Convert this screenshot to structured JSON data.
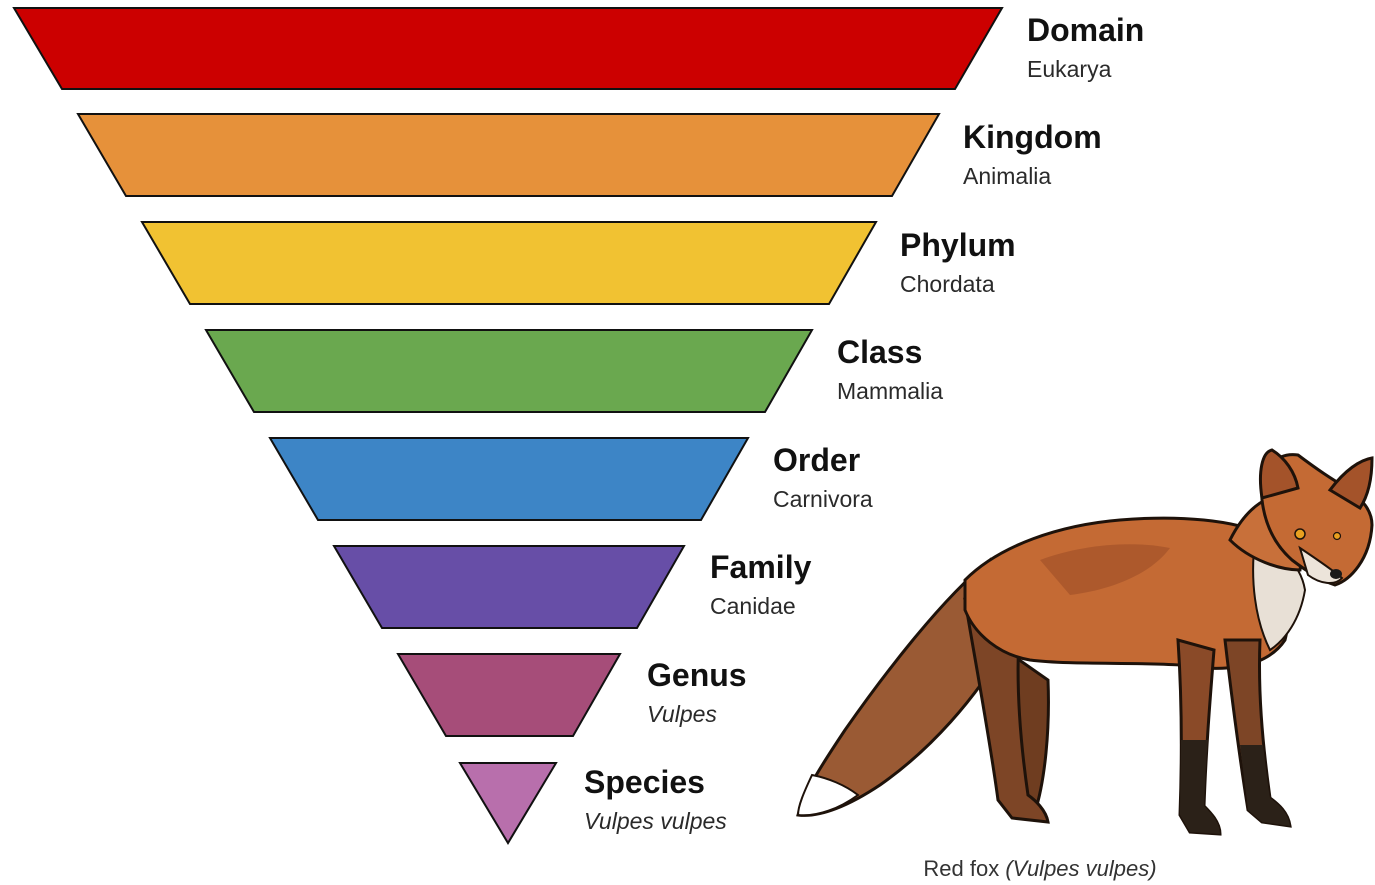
{
  "levels": [
    {
      "rank": "Domain",
      "taxon": "Eukarya",
      "italic": false,
      "color": "#cc0000"
    },
    {
      "rank": "Kingdom",
      "taxon": "Animalia",
      "italic": false,
      "color": "#e6913a"
    },
    {
      "rank": "Phylum",
      "taxon": "Chordata",
      "italic": false,
      "color": "#f1c232"
    },
    {
      "rank": "Class",
      "taxon": "Mammalia",
      "italic": false,
      "color": "#6aa84f"
    },
    {
      "rank": "Order",
      "taxon": "Carnivora",
      "italic": false,
      "color": "#3d85c6"
    },
    {
      "rank": "Family",
      "taxon": "Canidae",
      "italic": false,
      "color": "#674ea7"
    },
    {
      "rank": "Genus",
      "taxon": "Vulpes",
      "italic": true,
      "color": "#a64d79"
    },
    {
      "rank": "Species",
      "taxon": "Vulpes vulpes",
      "italic": true,
      "color": "#b86fac"
    }
  ],
  "illustration": {
    "icon": "red-fox-icon",
    "caption_common": "Red fox",
    "caption_scientific": "(Vulpes vulpes)"
  }
}
